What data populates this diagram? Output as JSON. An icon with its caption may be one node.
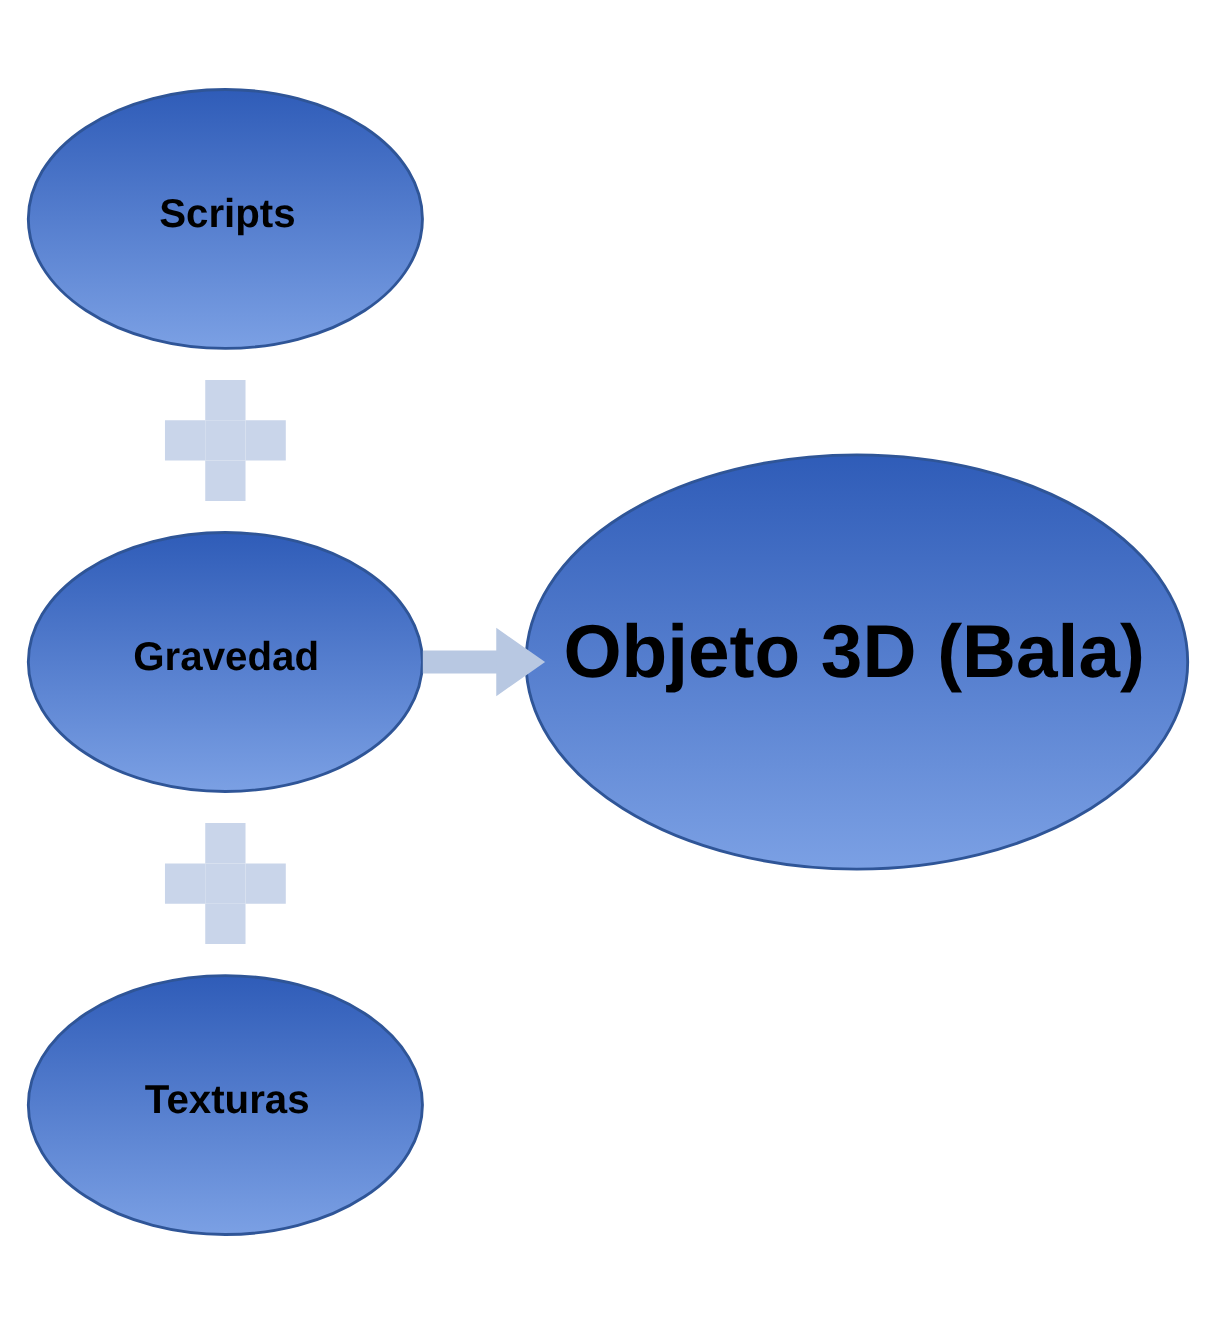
{
  "diagram": {
    "nodes": [
      {
        "text": [
          "Texturas"
        ]
      },
      {
        "text": [],
        "shape": "plus"
      },
      {
        "text": [
          "Gravedad"
        ]
      },
      {
        "text": [],
        "shape": "plus"
      },
      {
        "text": [
          "Scripts"
        ]
      },
      {
        "text": [
          "Objeto 3D (Bala)"
        ]
      }
    ],
    "edges": [
      {
        "from": 2,
        "to": 5,
        "arrow": "to"
      }
    ]
  }
}
